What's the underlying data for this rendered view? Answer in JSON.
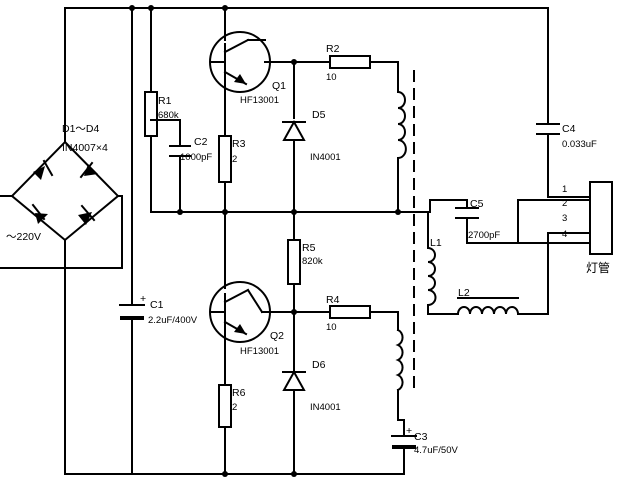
{
  "components": {
    "bridge": {
      "ref": "D1～D4",
      "value": "IN4007×4"
    },
    "ac_input": {
      "value": "～220V"
    },
    "r1": {
      "ref": "R1",
      "value": "680k"
    },
    "c2": {
      "ref": "C2",
      "value": "1000pF"
    },
    "r3": {
      "ref": "R3",
      "value": "2"
    },
    "q1": {
      "ref": "Q1",
      "value": "HF13001"
    },
    "r2": {
      "ref": "R2",
      "value": "10"
    },
    "d5": {
      "ref": "D5",
      "value": "IN4001"
    },
    "c4": {
      "ref": "C4",
      "value": "0.033uF"
    },
    "c5": {
      "ref": "C5",
      "value": "2700pF"
    },
    "r5": {
      "ref": "R5",
      "value": "820k"
    },
    "c1": {
      "ref": "C1",
      "value": "2.2uF/400V"
    },
    "q2": {
      "ref": "Q2",
      "value": "HF13001"
    },
    "r4": {
      "ref": "R4",
      "value": "10"
    },
    "l1": {
      "ref": "L1"
    },
    "l2": {
      "ref": "L2"
    },
    "d6": {
      "ref": "D6",
      "value": "IN4001"
    },
    "r6": {
      "ref": "R6",
      "value": "2"
    },
    "c3": {
      "ref": "C3",
      "value": "4.7uF/50V"
    },
    "lamp": {
      "label": "灯管",
      "pins": [
        "1",
        "2",
        "3",
        "4"
      ]
    }
  }
}
